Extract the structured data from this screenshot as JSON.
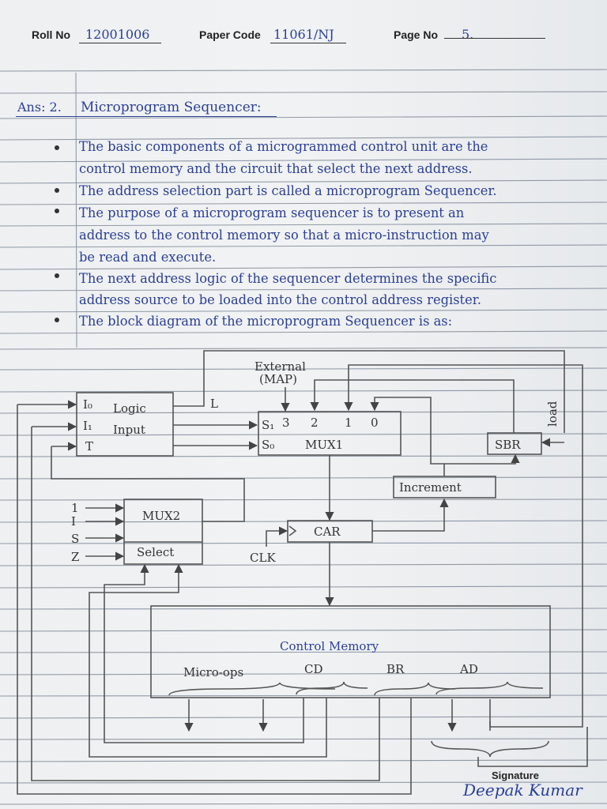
{
  "header": {
    "roll_label": "Roll No",
    "roll_value": "12001006",
    "paper_label": "Paper Code",
    "paper_value": "11061/NJ",
    "page_label": "Page No",
    "page_value": "5."
  },
  "answer": {
    "number": "Ans: 2.",
    "title": "Microprogram Sequencer:",
    "lines": [
      "The basic components of a microgrammed control unit are the",
      "control memory and the circuit that select the next address.",
      "The address selection part is called a microprogram Sequencer.",
      "The purpose of a microprogram sequencer is to present an",
      "address to the control memory so that a micro-instruction may",
      "be read and execute.",
      "The next address logic of the sequencer determines the specific",
      "address source to be loaded into the control address register.",
      "The block diagram of the microprogram Sequencer is as:"
    ]
  },
  "diagram": {
    "external": "External",
    "map": "(MAP)",
    "logic_i0": "I₀",
    "logic_i1": "I₁",
    "logic_t": "T",
    "logic": "Logic",
    "input": "Input",
    "l": "L",
    "s1": "S₁",
    "s0": "S₀",
    "in3": "3",
    "in2": "2",
    "in1": "1",
    "in0": "0",
    "mux1": "MUX1",
    "sbr": "SBR",
    "load": "load",
    "increment": "Increment",
    "mux2": "MUX2",
    "select": "Select",
    "mux2_inputs": [
      "1",
      "I",
      "S",
      "Z"
    ],
    "car": "CAR",
    "clk": "CLK",
    "control_memory": "Control Memory",
    "micro_ops": "Micro-ops",
    "cd": "CD",
    "br": "BR",
    "ad": "AD"
  },
  "signature": {
    "label": "Signature",
    "name": "Deepak Kumar"
  }
}
